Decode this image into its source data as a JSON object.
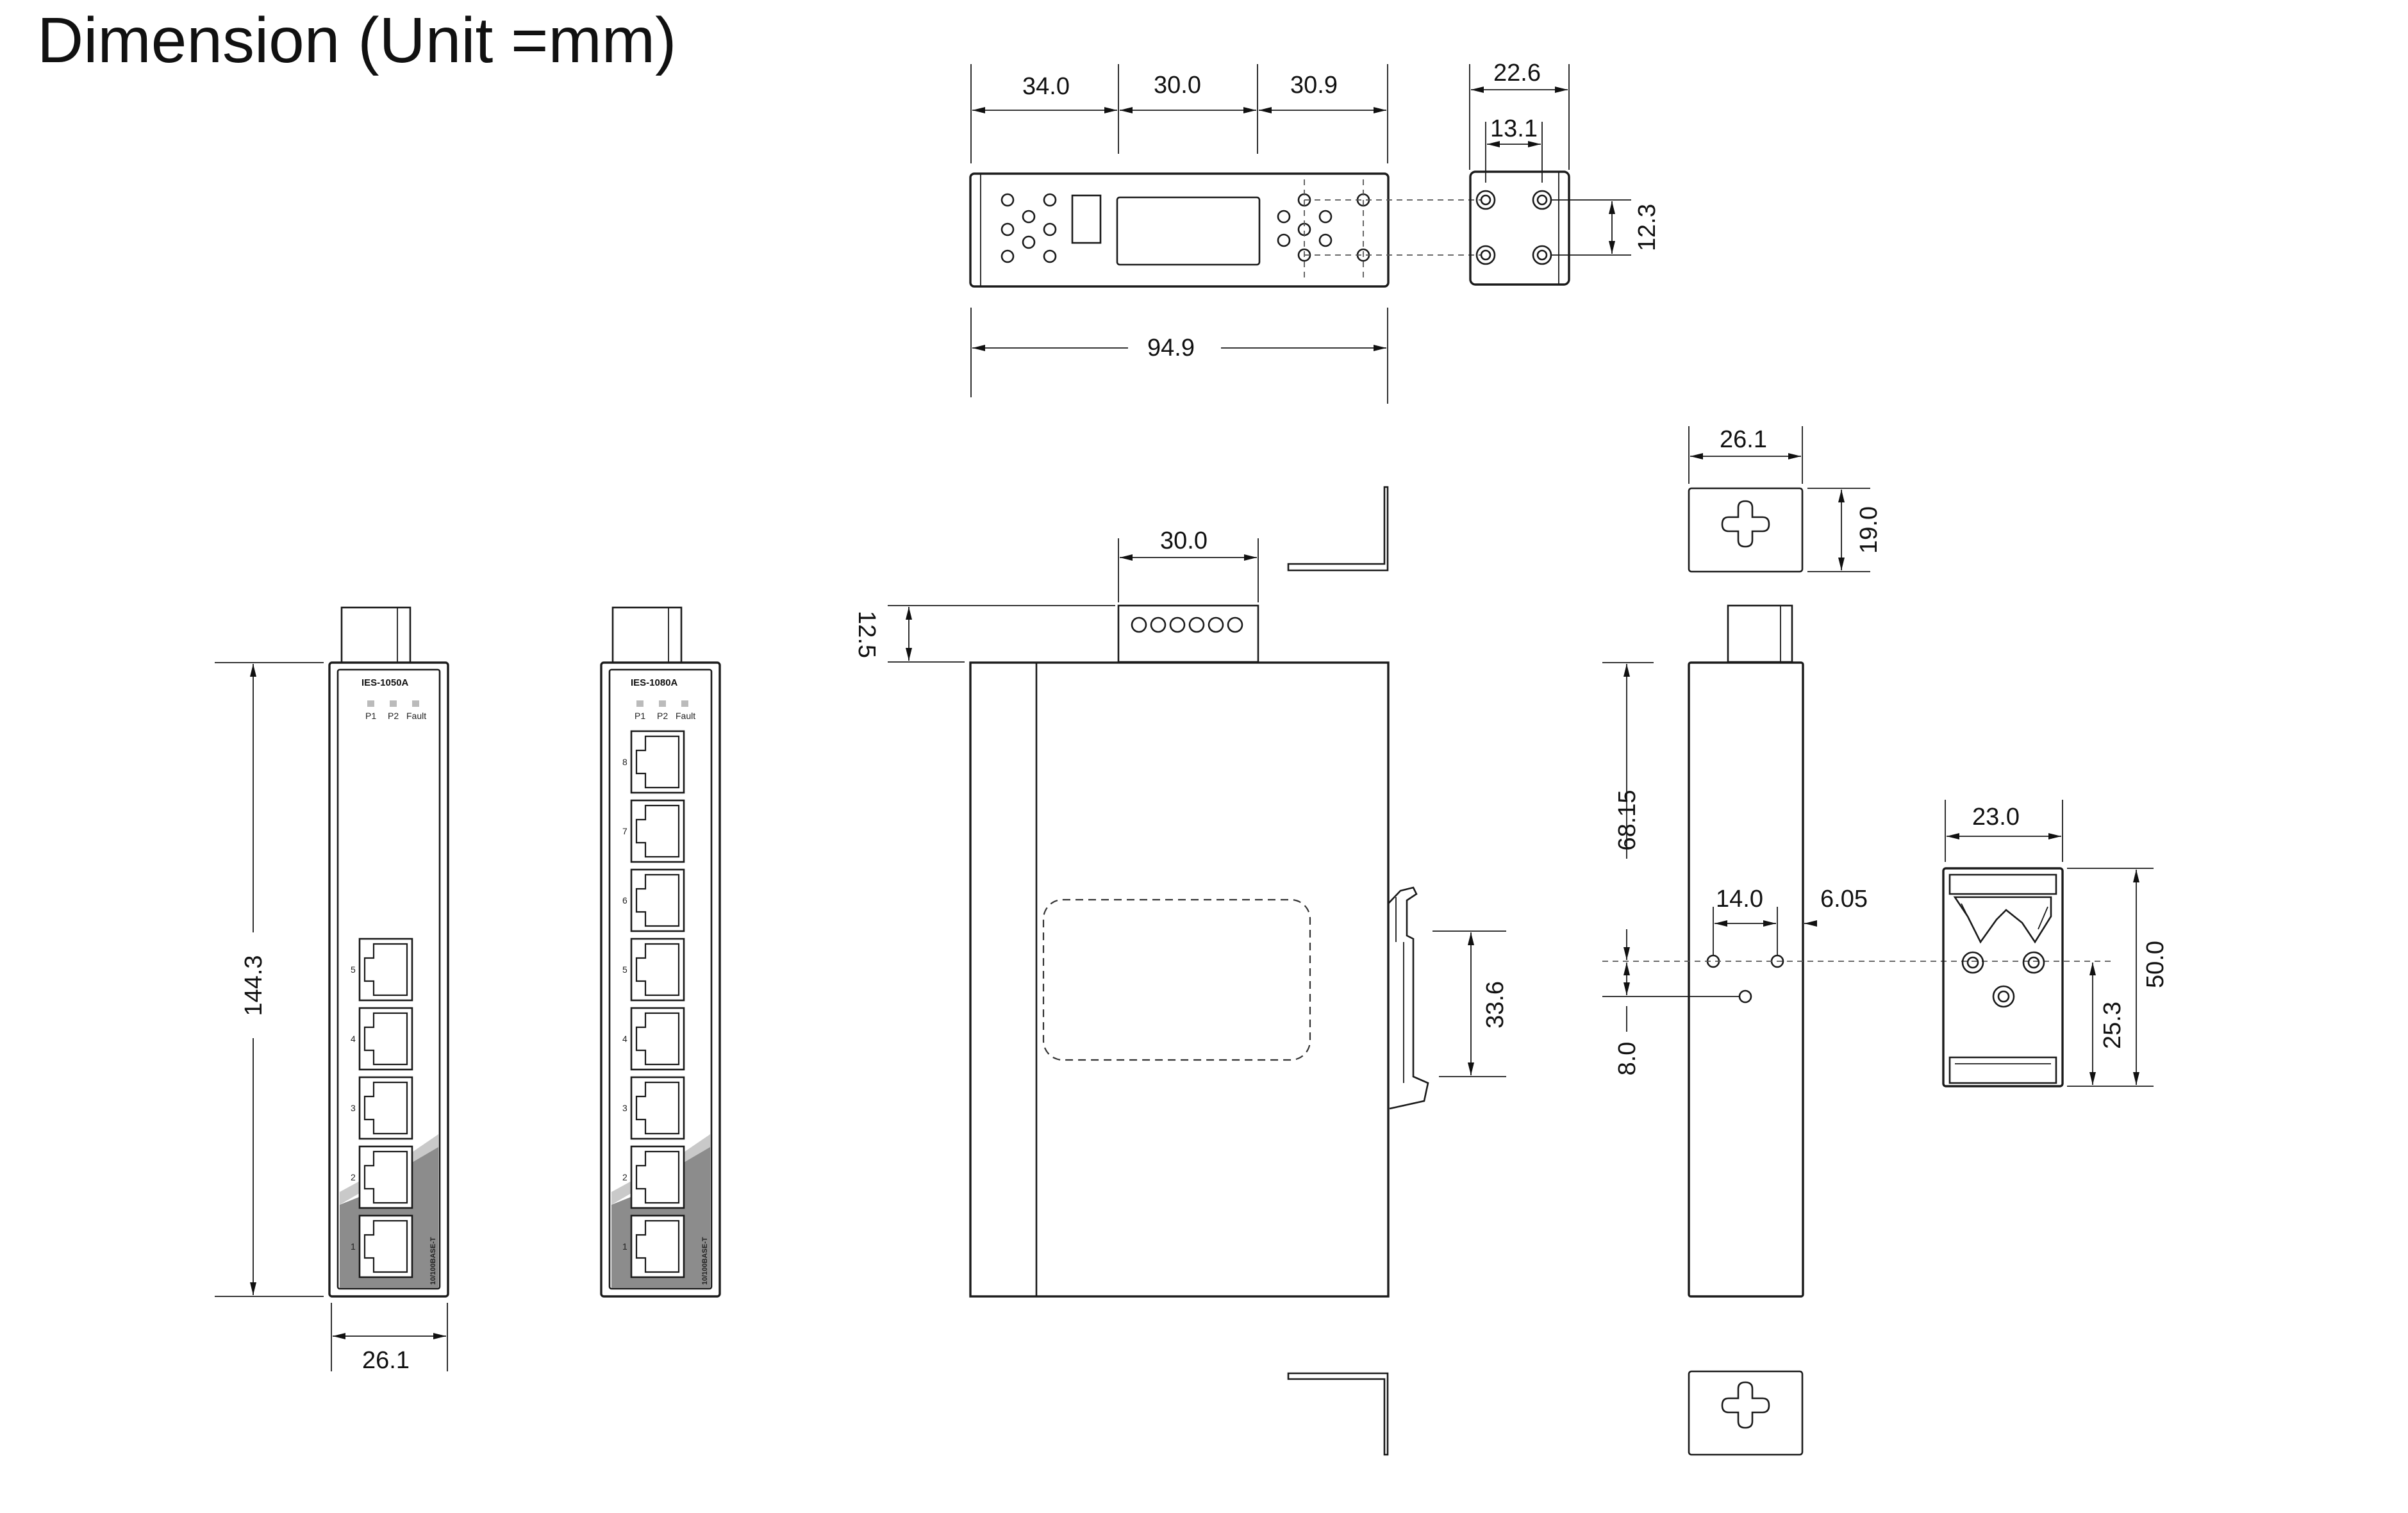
{
  "title": "Dimension (Unit =mm)",
  "colors": {
    "line": "#1a1a1a",
    "background": "#ffffff",
    "port_band": "#8c8c8c"
  },
  "front_views": {
    "left": {
      "model": "IES-1050A",
      "leds": [
        "P1",
        "P2",
        "Fault"
      ],
      "ports": [
        "5",
        "4",
        "3",
        "2",
        "1"
      ],
      "speed_label": "10/100BASE-T"
    },
    "right": {
      "model": "IES-1080A",
      "leds": [
        "P1",
        "P2",
        "Fault"
      ],
      "ports": [
        "8",
        "7",
        "6",
        "5",
        "4",
        "3",
        "2",
        "1"
      ],
      "speed_label": "10/100BASE-T"
    }
  },
  "dimensions": {
    "top_34": "34.0",
    "top_30": "30.0",
    "top_30_9": "30.9",
    "top_94_9": "94.9",
    "bracket_22_6": "22.6",
    "bracket_13_1": "13.1",
    "bracket_12_3": "12.3",
    "front_144_3": "144.3",
    "front_26_1": "26.1",
    "side_30": "30.0",
    "side_12_5": "12.5",
    "side_33_6": "33.6",
    "rear_26_1": "26.1",
    "rear_19": "19.0",
    "rear_68_15": "68.15",
    "rear_14": "14.0",
    "rear_6_05": "6.05",
    "rear_8": "8.0",
    "din_23": "23.0",
    "din_50": "50.0",
    "din_25_3": "25.3"
  }
}
